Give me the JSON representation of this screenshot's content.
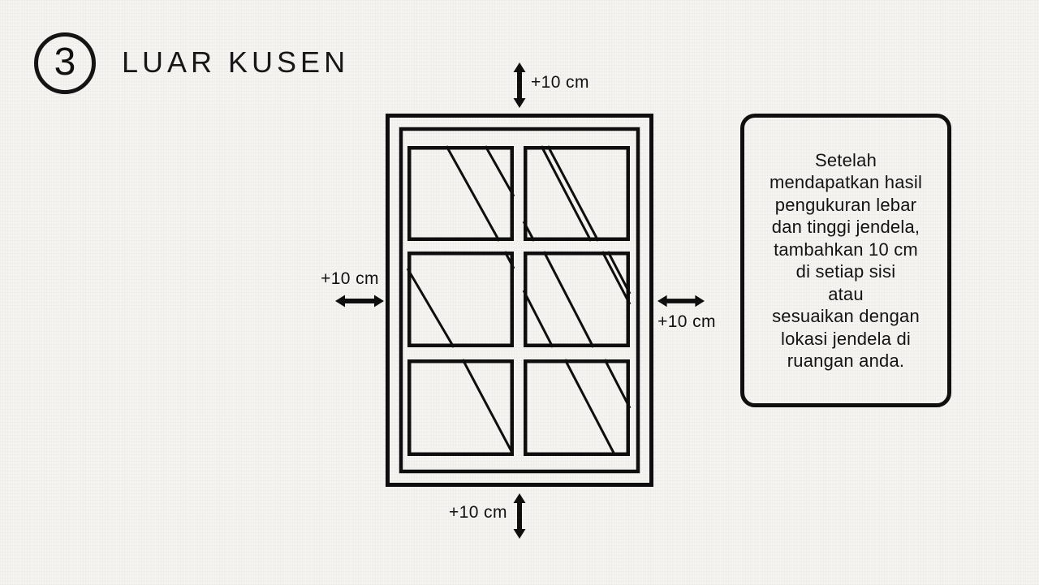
{
  "colors": {
    "background": "#f5f4f1",
    "ink": "#111111"
  },
  "step": {
    "number": "3",
    "title": "LUAR KUSEN"
  },
  "illustration": {
    "name": "window-with-outer-frame",
    "pane_columns": 2,
    "pane_rows": 3
  },
  "measurements": {
    "top": "+10 cm",
    "left": "+10 cm",
    "right": "+10 cm",
    "bottom": "+10 cm"
  },
  "note": {
    "lines": [
      "Setelah",
      "mendapatkan hasil",
      "pengukuran lebar",
      "dan tinggi jendela,",
      "tambahkan 10 cm",
      "di setiap sisi",
      "atau",
      "sesuaikan dengan",
      "lokasi jendela di",
      "ruangan anda."
    ]
  }
}
